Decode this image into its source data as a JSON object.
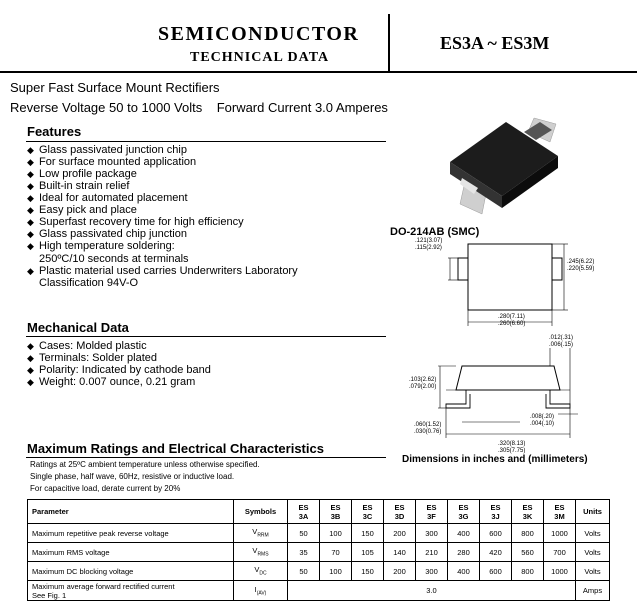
{
  "header": {
    "company": "SEMICONDUCTOR",
    "subtitle": "TECHNICAL DATA",
    "part_number": "ES3A ~ ES3M"
  },
  "intro": {
    "line1": "Super Fast Surface Mount Rectifiers",
    "line2": "Reverse Voltage 50 to 1000 Volts    Forward Current 3.0 Amperes"
  },
  "features": {
    "title": "Features",
    "items": [
      "Glass passivated junction chip",
      "For surface mounted application",
      "Low profile package",
      "Built-in strain relief",
      "Ideal for automated placement",
      "Easy pick and place",
      "Superfast recovery time for high efficiency",
      "Glass passivated chip junction",
      "High temperature soldering:",
      "Plastic material used carries Underwriters Laboratory"
    ],
    "soldering_detail": "250ºC/10 seconds at terminals",
    "ul_detail": "Classification 94V-O"
  },
  "mechanical": {
    "title": "Mechanical Data",
    "items": [
      "Cases: Molded plastic",
      "Terminals: Solder plated",
      "Polarity: Indicated by cathode band",
      "Weight: 0.007 ounce, 0.21 gram"
    ]
  },
  "ratings": {
    "title": "Maximum Ratings and Electrical Characteristics",
    "notes": [
      "Ratings at 25ºC ambient temperature unless otherwise specified.",
      "Single phase, half wave, 60Hz, resistive or inductive load.",
      "For capacitive load, derate current by 20%"
    ],
    "table": {
      "headers": {
        "parameter": "Parameter",
        "symbols": "Symbols",
        "units": "Units",
        "parts": [
          {
            "top": "ES",
            "bottom": "3A"
          },
          {
            "top": "ES",
            "bottom": "3B"
          },
          {
            "top": "ES",
            "bottom": "3C"
          },
          {
            "top": "ES",
            "bottom": "3D"
          },
          {
            "top": "ES",
            "bottom": "3F"
          },
          {
            "top": "ES",
            "bottom": "3G"
          },
          {
            "top": "ES",
            "bottom": "3J"
          },
          {
            "top": "ES",
            "bottom": "3K"
          },
          {
            "top": "ES",
            "bottom": "3M"
          }
        ]
      },
      "rows": [
        {
          "param": "Maximum repetitive peak reverse voltage",
          "sym": "V",
          "sub": "RRM",
          "values": [
            "50",
            "100",
            "150",
            "200",
            "300",
            "400",
            "600",
            "800",
            "1000"
          ],
          "unit": "Volts"
        },
        {
          "param": "Maximum RMS voltage",
          "sym": "V",
          "sub": "RMS",
          "values": [
            "35",
            "70",
            "105",
            "140",
            "210",
            "280",
            "420",
            "560",
            "700"
          ],
          "unit": "Volts"
        },
        {
          "param": "Maximum DC blocking voltage",
          "sym": "V",
          "sub": "DC",
          "values": [
            "50",
            "100",
            "150",
            "200",
            "300",
            "400",
            "600",
            "800",
            "1000"
          ],
          "unit": "Volts"
        }
      ],
      "last_row": {
        "param1": "Maximum average forward rectified current",
        "param2": "See Fig. 1",
        "sym": "I",
        "sub": "(AV)",
        "value": "3.0",
        "unit": "Amps"
      }
    }
  },
  "package": {
    "name": "DO-214AB (SMC)",
    "dims": {
      "d1a": ".121(3.07)",
      "d1b": ".115(2.92)",
      "d2a": ".245(6.22)",
      "d2b": ".220(5.59)",
      "d3a": ".280(7.11)",
      "d3b": ".260(6.60)",
      "d4a": ".012(.31)",
      "d4b": ".006(.15)",
      "d5a": ".103(2.62)",
      "d5b": ".079(2.00)",
      "d6a": ".008(.20)",
      "d6b": ".004(.10)",
      "d7a": ".060(1.52)",
      "d7b": ".030(0.76)",
      "d8a": ".320(8.13)",
      "d8b": ".305(7.75)"
    },
    "caption": "Dimensions in inches and (millimeters)"
  }
}
